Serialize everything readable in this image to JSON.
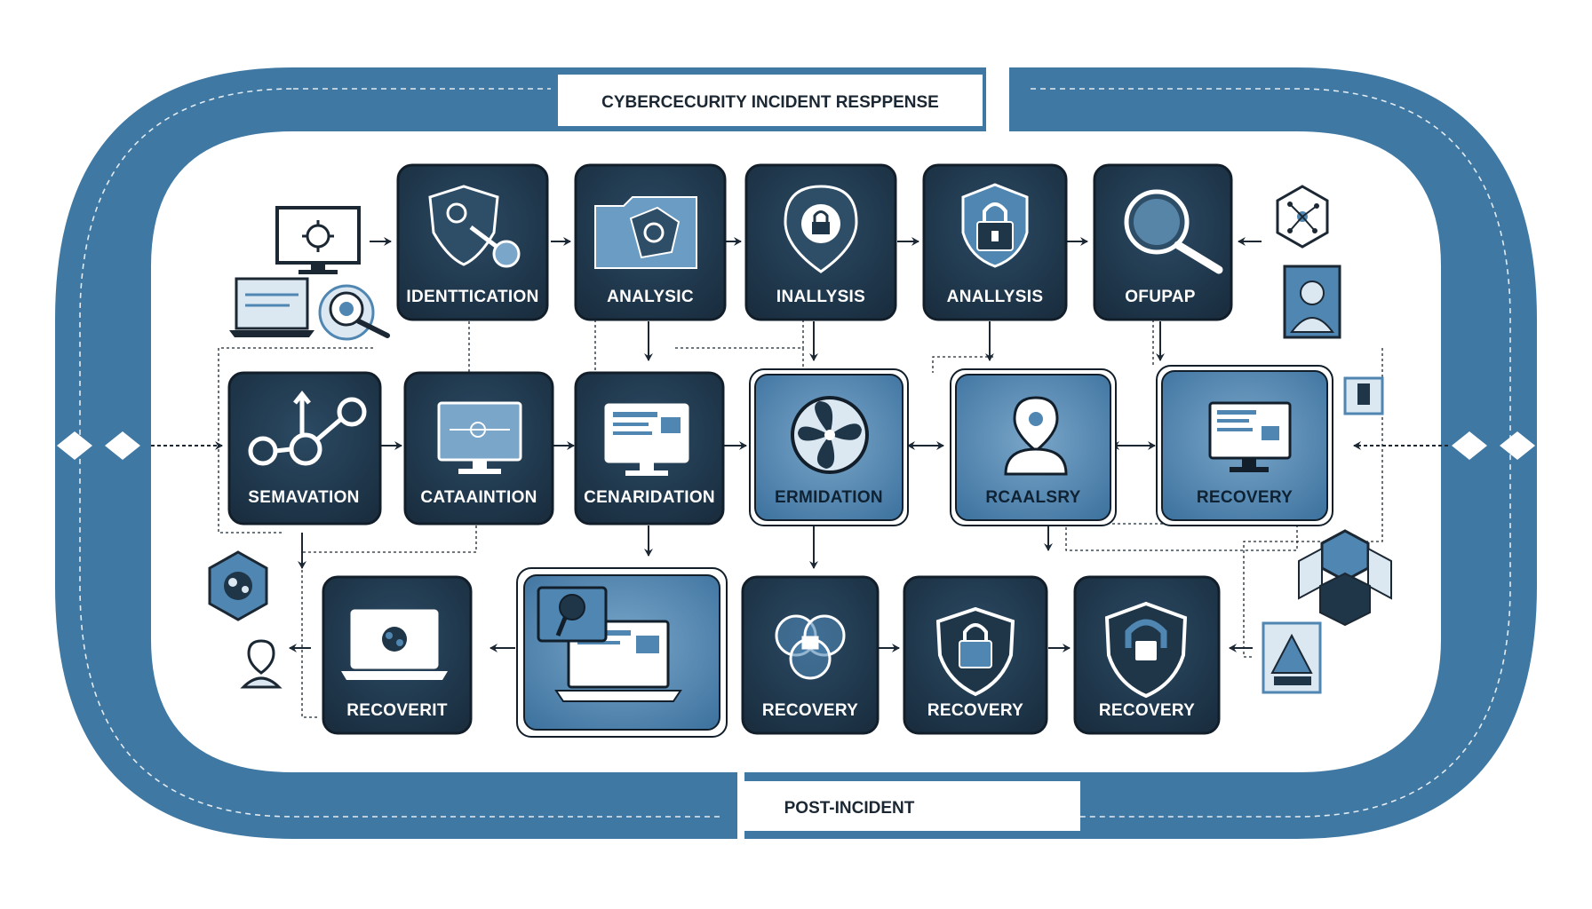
{
  "title": "CYBERCECURITY INCIDENT RESPPENSE",
  "footer_label": "POST-INCIDENT",
  "colors": {
    "ring": "#3f78a3",
    "node_dark": "#1f3649",
    "node_light": "#4f86b2",
    "border": "#121f2b",
    "arrow": "#1b2733"
  },
  "rows": {
    "top": [
      {
        "label": "IDENTTICATION",
        "icon": "shield-gear-icon"
      },
      {
        "label": "ANALYSIC",
        "icon": "folder-icon"
      },
      {
        "label": "INALLYSIS",
        "icon": "lock-pin-icon"
      },
      {
        "label": "ANALLYSIS",
        "icon": "padlock-shield-icon"
      },
      {
        "label": "OFUPAP",
        "icon": "magnifier-icon"
      }
    ],
    "middle": [
      {
        "label": "SEMAVATION",
        "icon": "share-nodes-icon"
      },
      {
        "label": "CATAAINTION",
        "icon": "monitor-icon"
      },
      {
        "label": "CENARIDATION",
        "icon": "monitor-icon"
      },
      {
        "label": "ERMIDATION",
        "icon": "fan-icon"
      },
      {
        "label": "RCAALSRY",
        "icon": "user-pin-icon"
      },
      {
        "label": "RECOVERY",
        "icon": "monitor-icon"
      }
    ],
    "bottom": [
      {
        "label": "RECOVERIT",
        "icon": "laptop-virus-icon"
      },
      {
        "label": "",
        "icon": "laptop-key-icon"
      },
      {
        "label": "RECOVERY",
        "icon": "venn-lock-icon"
      },
      {
        "label": "RECOVERY",
        "icon": "shield-lock-icon"
      },
      {
        "label": "RECOVERY",
        "icon": "shield-lock-icon"
      }
    ]
  },
  "side_icons": [
    "monitor-virus-icon",
    "laptop-icon",
    "magnifier-virus-icon",
    "network-hex-icon",
    "user-portrait-icon",
    "server-icon",
    "virus-hex-icon",
    "user-pin-icon",
    "cubes-icon",
    "warning-doc-icon"
  ]
}
